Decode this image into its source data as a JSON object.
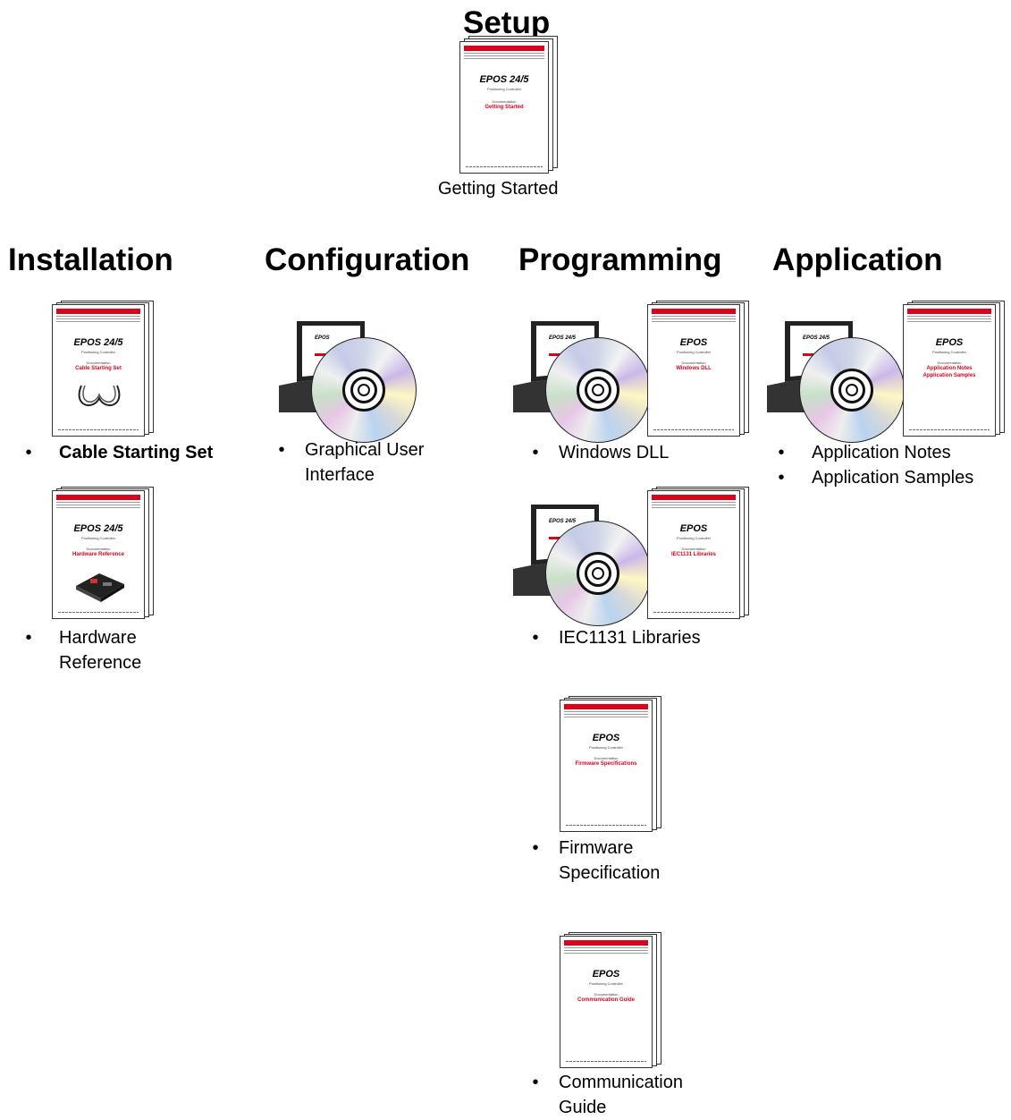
{
  "sections": {
    "setup": {
      "heading": "Setup",
      "caption": "Getting Started"
    },
    "installation": {
      "heading": "Installation"
    },
    "configuration": {
      "heading": "Configuration"
    },
    "programming": {
      "heading": "Programming"
    },
    "application": {
      "heading": "Application"
    }
  },
  "bullet_symbol": "•",
  "items": {
    "cable_starting_set": "Cable Starting Set",
    "hardware_reference_1": "Hardware",
    "hardware_reference_2": "Reference",
    "gui_1": "Graphical User",
    "gui_2": "Interface",
    "windows_dll": "Windows DLL",
    "iec1131": "IEC1131 Libraries",
    "firmware_1": "Firmware",
    "firmware_2": "Specification",
    "comm_1": "Communication",
    "comm_2": "Guide",
    "app_notes": "Application Notes",
    "app_samples": "Application Samples"
  },
  "documents": {
    "product": "EPOS",
    "product_245": "EPOS 24/5",
    "subtitle": "Positioning Controller",
    "doc_label": "Documentation",
    "getting_started": "Getting Started",
    "cable_starting_set": "Cable Starting Set",
    "hardware_reference": "Hardware Reference",
    "windows_dll": "Windows DLL",
    "iec1131": "IEC1131 Libraries",
    "firmware": "Firmware Specifications",
    "communication": "Communication Guide",
    "app_notes": "Application Notes",
    "app_samples": "Application Samples"
  },
  "colors": {
    "accent": "#e0001b"
  },
  "icons": [
    "document-stack-icon",
    "cd-laptop-icon",
    "cable-icon",
    "controller-board-icon"
  ]
}
